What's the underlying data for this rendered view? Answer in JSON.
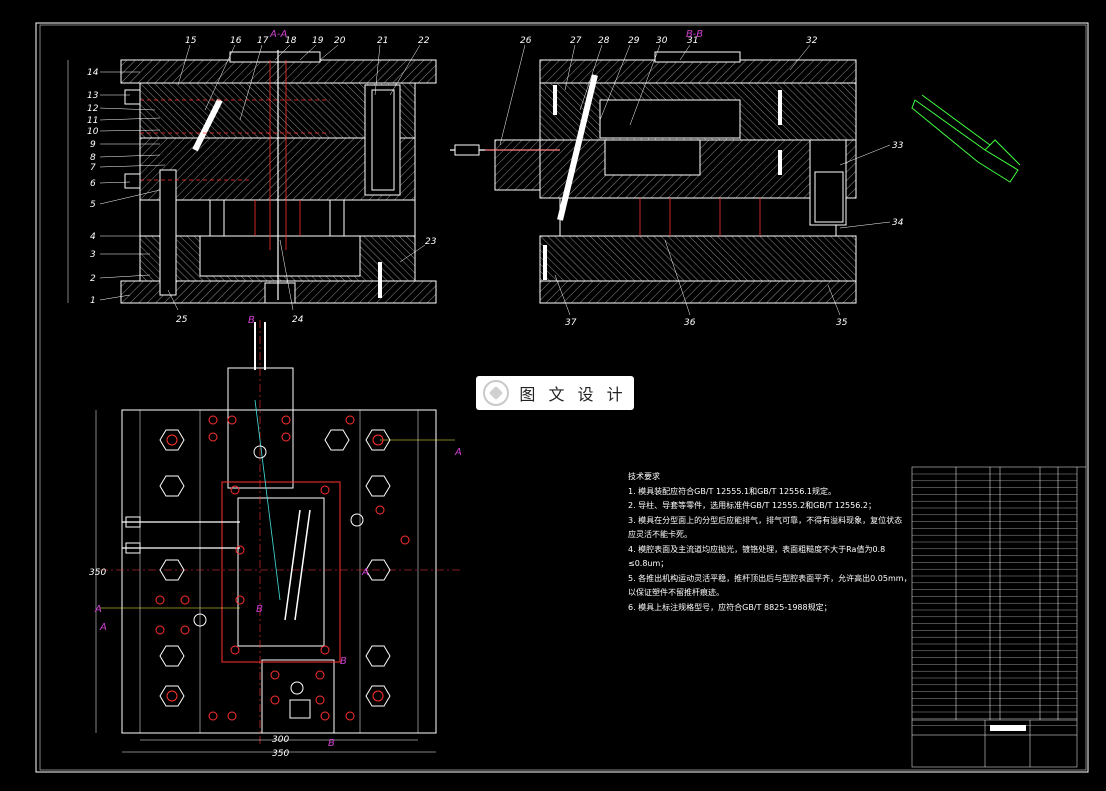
{
  "drawing": {
    "section_labels": {
      "aa_top": "A-A",
      "bb_top": "B-B",
      "a_left": "A",
      "a_right": "A",
      "a_center": "A",
      "a_bottom": "A",
      "b_top": "B",
      "b_bottom": "B",
      "b_mid": "B",
      "b_low": "B"
    },
    "part_numbers_left": [
      "14",
      "13",
      "12",
      "11",
      "10",
      "9",
      "8",
      "7",
      "6",
      "5",
      "4",
      "3",
      "2",
      "1"
    ],
    "part_numbers_top_left": [
      "15",
      "16",
      "17",
      "18",
      "19",
      "20",
      "21",
      "22"
    ],
    "part_numbers_bottom_left": [
      "25",
      "24",
      "23"
    ],
    "part_numbers_top_right": [
      "26",
      "27",
      "28",
      "29",
      "30",
      "31",
      "32"
    ],
    "part_numbers_right_side": [
      "33",
      "34"
    ],
    "part_numbers_bottom_right": [
      "37",
      "36",
      "35"
    ],
    "dimension_bottom_inner": "300",
    "dimension_bottom_outer": "350",
    "dimension_side": "350"
  },
  "watermark": {
    "text": "图 文 设 计"
  },
  "notes": {
    "title": "技术要求",
    "lines": [
      "1. 模具装配应符合GB/T 12555.1和GB/T 12556.1规定。",
      "2. 导柱、导套等零件，选用标准件GB/T 12555.2和GB/T 12556.2；",
      "3. 模具在分型面上的分型后应能排气，排气可靠，不得有溢料现象，复位状态",
      "   应灵活不能卡死。",
      "4. 模腔表面及主流道均应抛光，镀铬处理，表面粗糙度不大于Ra值为0.8",
      "   ≤0.8um；",
      "5. 各推出机构运动灵活平稳，推杆顶出后与型腔表面平齐，允许高出0.05mm，",
      "   以保证塑件不留推杆痕迹。",
      "6. 模具上标注规格型号，应符合GB/T 8825-1988规定；"
    ]
  },
  "colors": {
    "background": "#000000",
    "line_white": "#ffffff",
    "hatch": "#9a9a9a",
    "red": "#ff3030",
    "cyan": "#40e0e0",
    "yellow": "#ffff40",
    "magenta": "#d040d0",
    "green": "#40ff40"
  }
}
